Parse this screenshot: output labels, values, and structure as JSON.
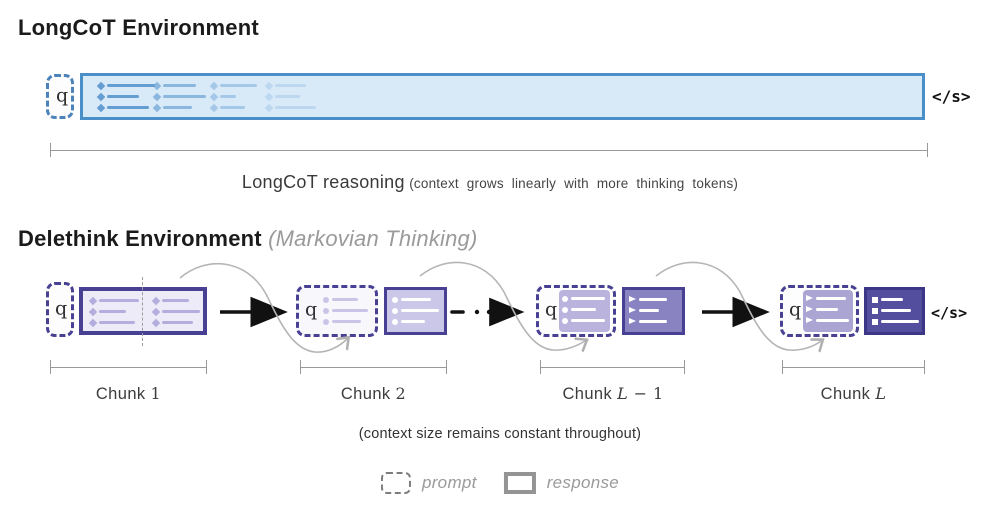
{
  "colors": {
    "blue-border": "#4a8fc7",
    "blue-fill": "#d8e9f8",
    "blue-line": "#5d99d1",
    "blue-dash": "#4c83ba",
    "purple-border": "#474093",
    "purple-dark-border": "#3b3685",
    "c1-fill": "#edebf7",
    "c1-line": "#b3aedd",
    "c2q-line": "#c9c5e7",
    "c2-fill": "#cbc7e8",
    "c3q-fill": "#b9b3dd",
    "c3-fill": "#8983c2",
    "c4q-fill": "#aba5d4",
    "c4-fill": "#544e9f",
    "gray-curve": "#b5b5b5",
    "gray-line": "#999999",
    "text-dark": "#1b1b1b",
    "text-gray": "#9a9a9a"
  },
  "longcot": {
    "title": "LongCoT Environment",
    "q": "q",
    "eos": "</s>",
    "caption_main": "LongCoT reasoning",
    "caption_note": "(context grows linearly with more thinking tokens)"
  },
  "delethink": {
    "title": "Delethink Environment",
    "subtitle": "(Markovian Thinking)",
    "eos": "</s>",
    "chunks": [
      {
        "q": "q",
        "prefix": "Chunk",
        "var": "",
        "rest": "1"
      },
      {
        "q": "q",
        "prefix": "Chunk",
        "var": "",
        "rest": "2"
      },
      {
        "q": "q",
        "prefix": "Chunk",
        "var": "L",
        "rest": " − 1"
      },
      {
        "q": "q",
        "prefix": "Chunk",
        "var": "L",
        "rest": ""
      }
    ],
    "caption": "(context size remains constant throughout)"
  },
  "legend": {
    "prompt": "prompt",
    "response": "response"
  }
}
